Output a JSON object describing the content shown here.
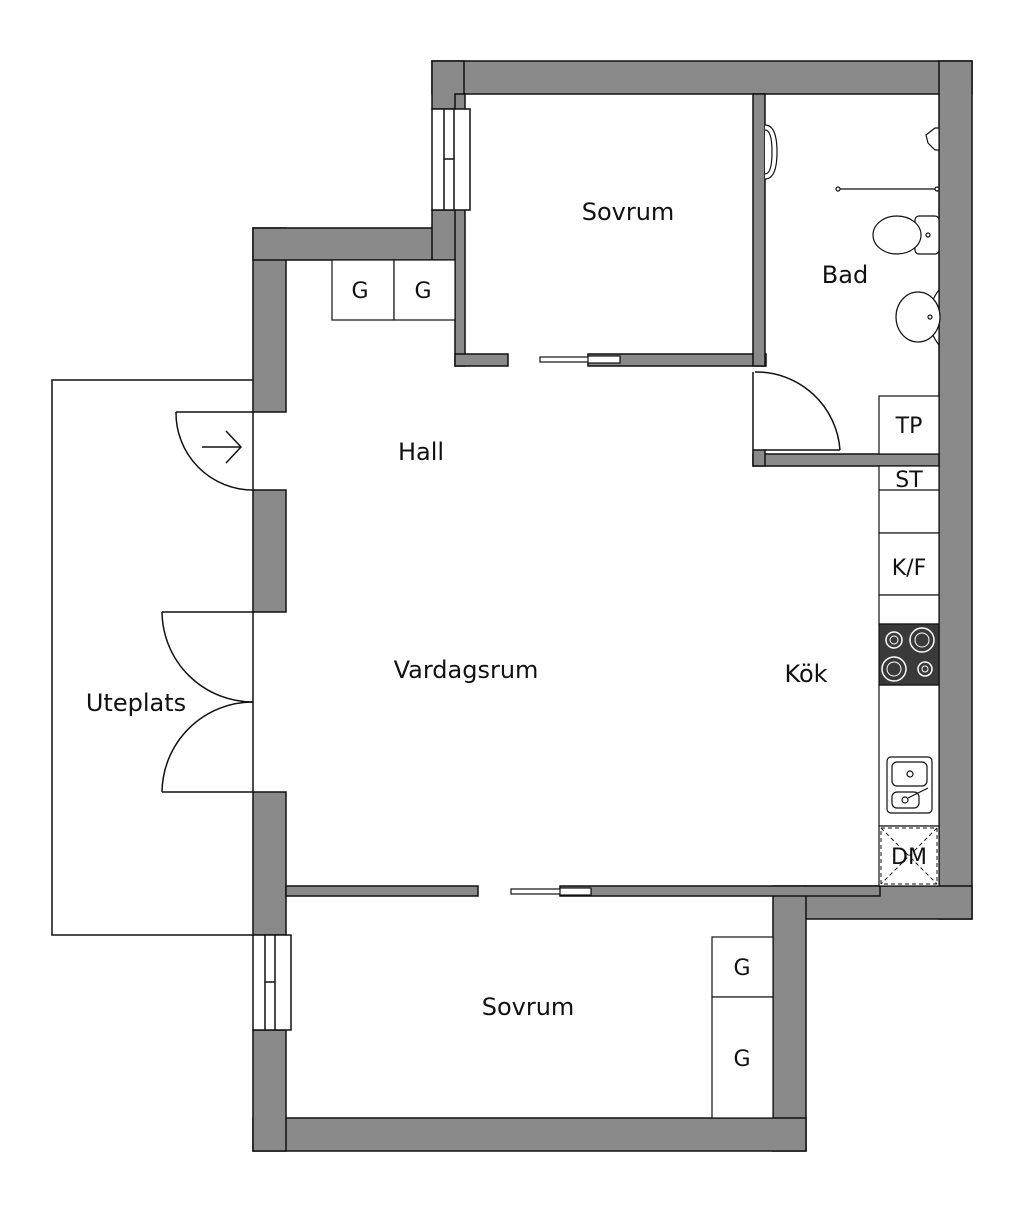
{
  "rooms": {
    "sovrum_top": "Sovrum",
    "bad": "Bad",
    "hall": "Hall",
    "vardagsrum": "Vardagsrum",
    "kok": "Kök",
    "uteplats": "Uteplats",
    "sovrum_bottom": "Sovrum"
  },
  "symbols": {
    "garderob": "G",
    "tp": "TP",
    "st": "ST",
    "kf": "K/F",
    "dm": "DM"
  },
  "colors": {
    "wall": "#8a8a8a",
    "stroke": "#111111",
    "stove": "#3a3a3a"
  }
}
